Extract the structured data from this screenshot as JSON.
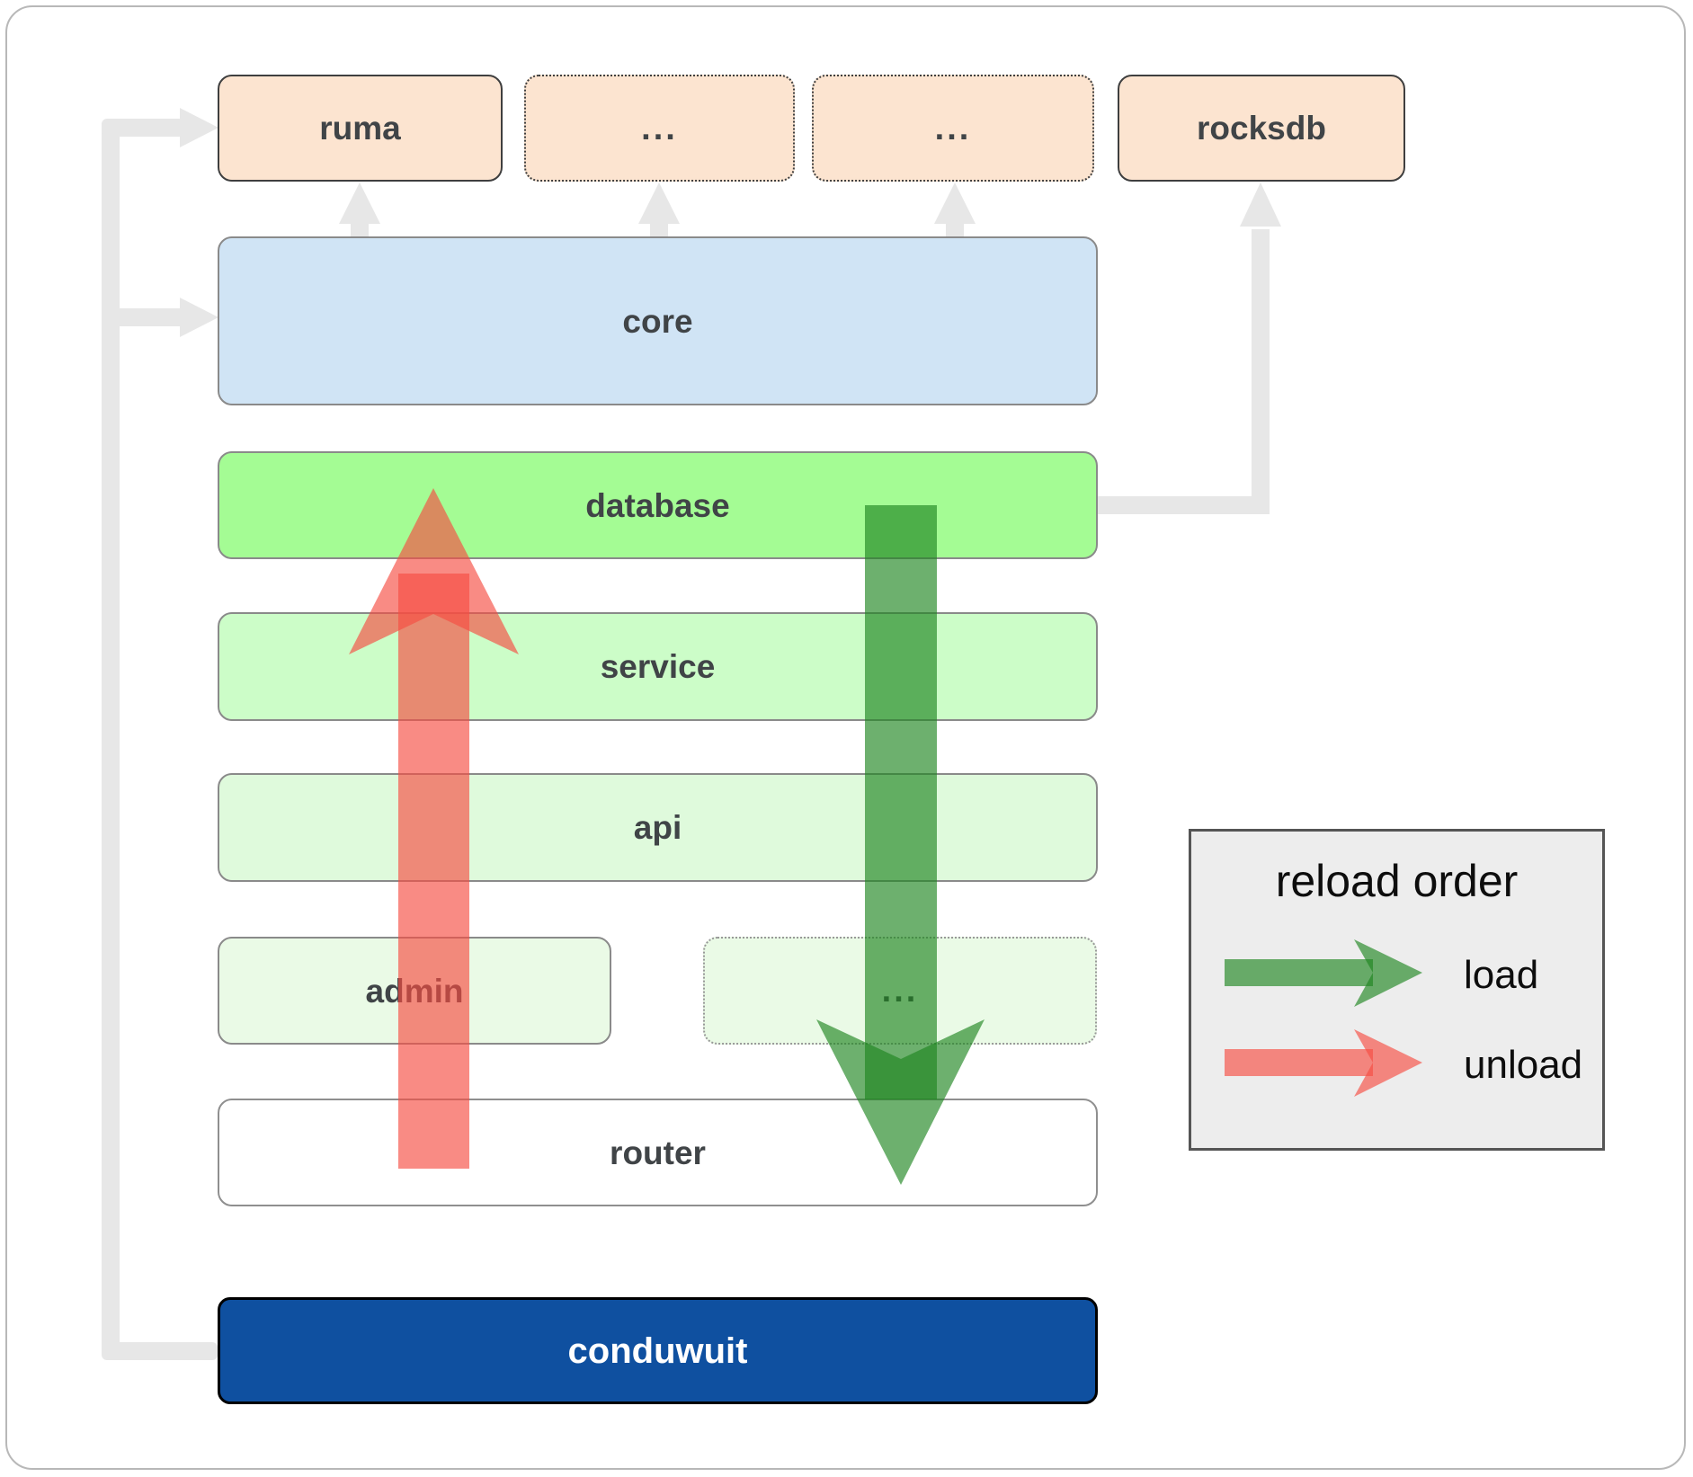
{
  "boxes": {
    "top_row": [
      {
        "id": "ruma",
        "label": "ruma",
        "border": "solid"
      },
      {
        "id": "more-1",
        "label": "...",
        "border": "dotted"
      },
      {
        "id": "more-2",
        "label": "...",
        "border": "dotted"
      },
      {
        "id": "rocksdb",
        "label": "rocksdb",
        "border": "solid"
      }
    ],
    "layers": [
      {
        "id": "core",
        "label": "core"
      },
      {
        "id": "database",
        "label": "database"
      },
      {
        "id": "service",
        "label": "service"
      },
      {
        "id": "api",
        "label": "api"
      },
      {
        "id": "admin",
        "label": "admin"
      },
      {
        "id": "admin-more",
        "label": "..."
      },
      {
        "id": "router",
        "label": "router"
      },
      {
        "id": "conduwuit",
        "label": "conduwuit"
      }
    ]
  },
  "legend": {
    "title": "reload order",
    "items": [
      {
        "label": "load",
        "color": "#1e8620"
      },
      {
        "label": "unload",
        "color": "#f64d42"
      }
    ]
  },
  "colors": {
    "load_arrow": "#1e8620",
    "unload_arrow": "#f64d42",
    "connector_gray": "#e7e7e7",
    "dependency_peach": "#fce4d0",
    "core_blue": "#d0e4f5",
    "database_green": "#a4fc94",
    "service_green": "#ccfdc8",
    "api_green": "#dffadc",
    "admin_green": "#eafae6",
    "conduwuit_blue": "#0f50a0",
    "legend_bg": "#ededed"
  }
}
